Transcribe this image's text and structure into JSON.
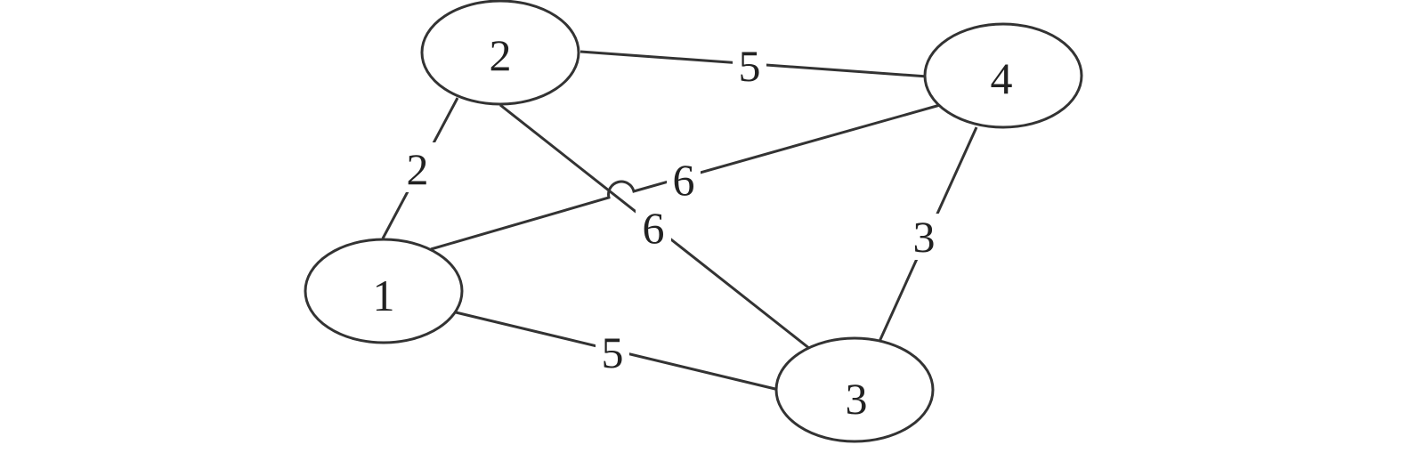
{
  "colors": {
    "stroke": "#333333",
    "text": "#222222",
    "background": "#ffffff"
  },
  "nodes": [
    {
      "id": "1",
      "label": "1"
    },
    {
      "id": "2",
      "label": "2"
    },
    {
      "id": "3",
      "label": "3"
    },
    {
      "id": "4",
      "label": "4"
    }
  ],
  "edges": [
    {
      "id": "e12",
      "from": "1",
      "to": "2",
      "weight": "2"
    },
    {
      "id": "e24",
      "from": "2",
      "to": "4",
      "weight": "5"
    },
    {
      "id": "e14",
      "from": "1",
      "to": "4",
      "weight": "6"
    },
    {
      "id": "e23",
      "from": "2",
      "to": "3",
      "weight": "6"
    },
    {
      "id": "e43",
      "from": "4",
      "to": "3",
      "weight": "3"
    },
    {
      "id": "e13",
      "from": "1",
      "to": "3",
      "weight": "5"
    }
  ]
}
